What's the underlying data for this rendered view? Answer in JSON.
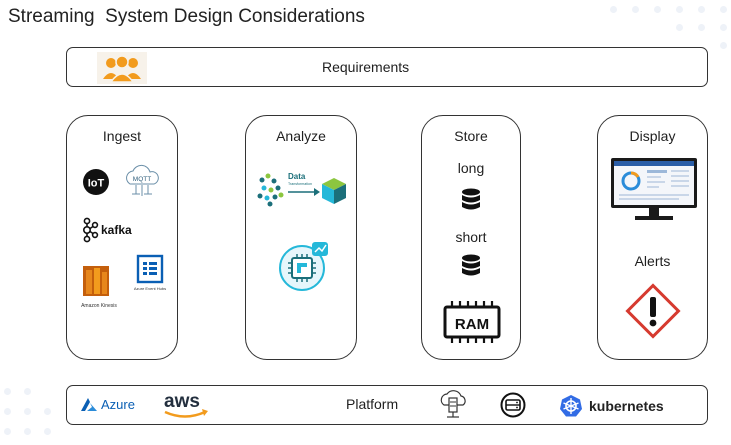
{
  "title": "Streaming  System Design Considerations",
  "requirements": {
    "label": "Requirements",
    "icon": "people-group-icon"
  },
  "columns": {
    "ingest": {
      "title": "Ingest",
      "iot_label": "IoT",
      "mqtt_label": "MQTT",
      "kafka_label": "kafka",
      "kinesis_label": "Amazon Kinesis",
      "eventhub_label": "Azure Event Hubs"
    },
    "analyze": {
      "title": "Analyze",
      "data_label": "Data",
      "data_sublabel": "Transformation"
    },
    "store": {
      "title": "Store",
      "long_label": "long",
      "short_label": "short",
      "ram_label": "RAM"
    },
    "display": {
      "title": "Display",
      "alerts_label": "Alerts"
    }
  },
  "platform": {
    "label": "Platform",
    "azure_label": "Azure",
    "aws_label": "aws",
    "kubernetes_label": "kubernetes"
  },
  "colors": {
    "border": "#333333",
    "orange": "#f29b1d",
    "azure_blue": "#0a5fb4",
    "kubernetes_blue": "#326ce5",
    "alert_red": "#d63a2f",
    "cyan": "#25b8d9"
  }
}
